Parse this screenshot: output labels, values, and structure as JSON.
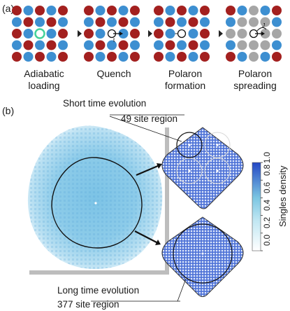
{
  "panel_a": {
    "tag": "(a)",
    "stages": [
      "Adiabatic\nloading",
      "Quench",
      "Polaron\nformation",
      "Polaron\nspreading"
    ],
    "hole_label": "t",
    "spin_label": "J"
  },
  "panel_b": {
    "tag": "(b)",
    "short_time": {
      "title": "Short time evolution",
      "region": "49 site region"
    },
    "long_time": {
      "title": "Long time evolution",
      "region": "377 site region"
    },
    "colorbar": {
      "label": "Singles density",
      "ticks": [
        "0.0",
        "0.2",
        "0.4",
        "0.6",
        "0.8",
        "1.0"
      ],
      "color_low": "#ffffff",
      "color_mid": "#8fd3e8",
      "color_high": "#2a57c9"
    }
  },
  "colors": {
    "red": "#a3201f",
    "blue": "#3d8fd1",
    "hole_ring": "#44d29a",
    "grey": "#a6a6a6"
  }
}
